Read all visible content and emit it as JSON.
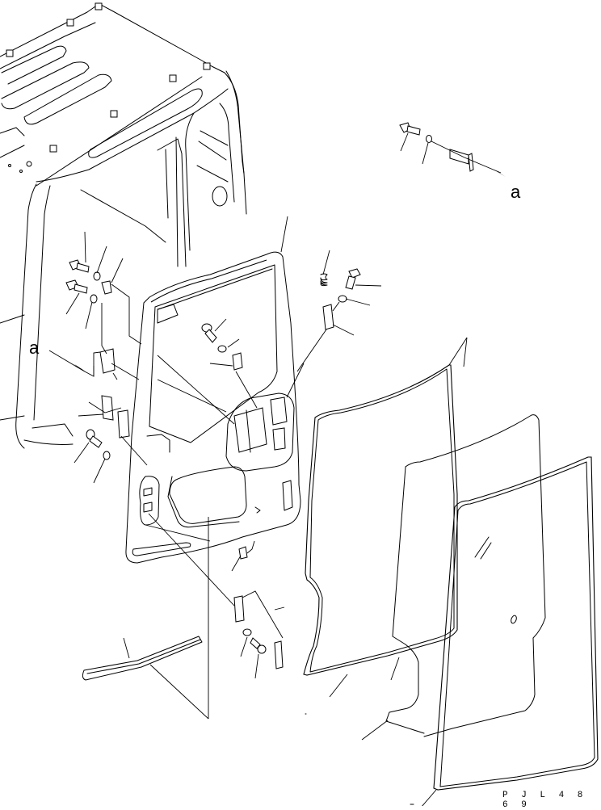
{
  "diagram": {
    "type": "exploded-parts-view",
    "subject": "cab front window frame with glass and seals",
    "line_color": "#000000",
    "background": "#ffffff",
    "reference_labels": [
      {
        "id": "a",
        "text": "a",
        "position": "upper-right, at end of arrow from hinge bracket assembly"
      },
      {
        "id": "a",
        "text": "a",
        "position": "left, arrow pointing to hinge bracket on cab pillar"
      }
    ],
    "drawing_code": "PJL4869",
    "components": [
      "cab-structure",
      "front-window-frame",
      "bolt",
      "washer",
      "spring-pin",
      "hinge-bracket",
      "latch-bracket",
      "rubber-seal",
      "glass-pane",
      "glass-pane-with-seal",
      "lower-trim-strip",
      "stopper-pin",
      "nut"
    ]
  },
  "labels": {
    "a_upper": "a",
    "a_left": "a",
    "code": "P J L 4 8 6 9"
  }
}
